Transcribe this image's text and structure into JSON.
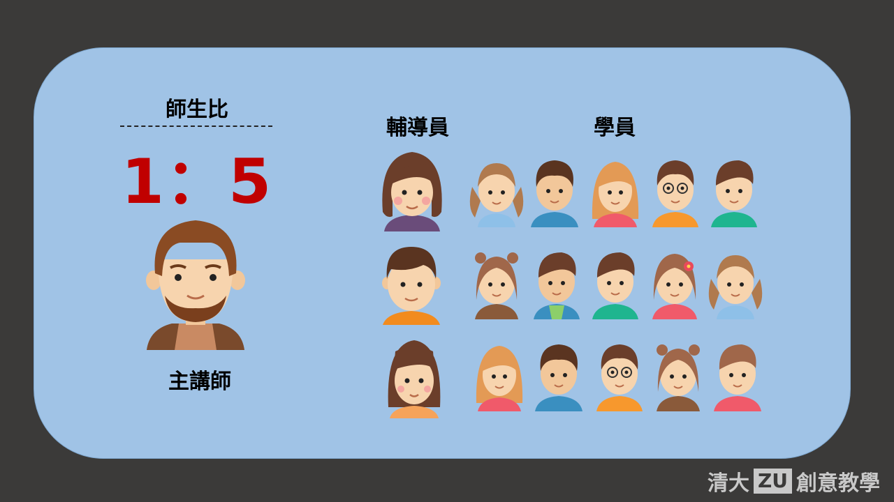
{
  "ratio": {
    "title": "師生比",
    "value": "1：5"
  },
  "lecturer": {
    "label": "主講師"
  },
  "columns": {
    "tutor": "輔導員",
    "students": "學員"
  },
  "watermark": {
    "left": "清大",
    "box": "ZU",
    "right": "創意教學"
  },
  "colors": {
    "panel": "#a0c3e6",
    "background": "#3b3a39",
    "ratio": "#c00000"
  }
}
